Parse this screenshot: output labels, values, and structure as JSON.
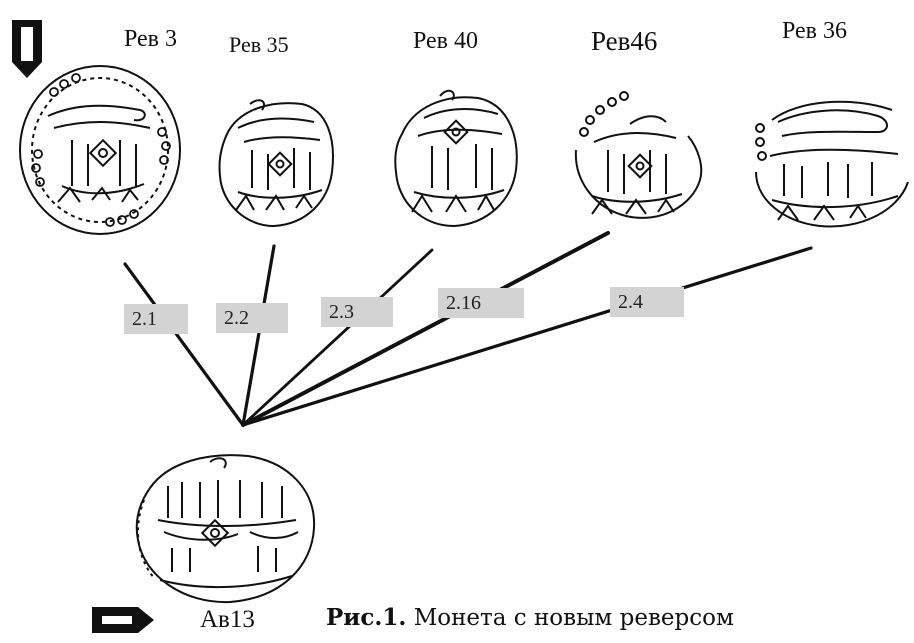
{
  "reverses": [
    {
      "label": "Рев 3",
      "mark": "2.1"
    },
    {
      "label": "Рев 35",
      "mark": "2.2"
    },
    {
      "label": "Рев 40",
      "mark": "2.3"
    },
    {
      "label": "Рев46",
      "mark": "2.16"
    },
    {
      "label": "Рев 36",
      "mark": "2.4"
    }
  ],
  "obverse": {
    "label": "Ав13"
  },
  "caption": {
    "prefix": "Рис.1.",
    "text": " Монета с новым реверсом"
  }
}
